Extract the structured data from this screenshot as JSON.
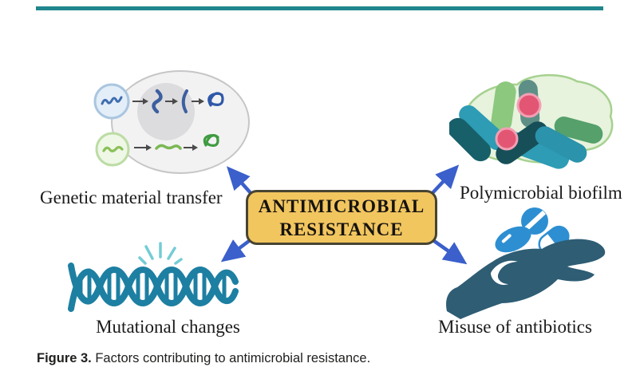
{
  "figure": {
    "center_box": {
      "line1": "ANTIMICROBIAL",
      "line2": "RESISTANCE"
    },
    "factors": [
      {
        "id": "genetic",
        "label": "Genetic material transfer",
        "icon": "cell-gene-transfer-icon"
      },
      {
        "id": "biofilm",
        "label": "Polymicrobial biofilm",
        "icon": "bacteria-cluster-icon"
      },
      {
        "id": "mutation",
        "label": "Mutational changes",
        "icon": "dna-helix-break-icon"
      },
      {
        "id": "misuse",
        "label": "Misuse of antibiotics",
        "icon": "hand-holding-pills-icon"
      }
    ],
    "arrows": [
      "to-genetic",
      "to-biofilm",
      "to-mutation",
      "to-misuse"
    ]
  },
  "caption": {
    "prefix": "Figure 3.",
    "text": " Factors contributing to antimicrobial resistance."
  },
  "colors": {
    "top_rule": "#21868d",
    "arrow": "#3b5fcb",
    "box_fill": "#f2c65f",
    "box_border": "#474432",
    "box_text": "#161310",
    "label_text": "#1a1a1a",
    "caption_text": "#1f1f1d",
    "dna": "#1d7fa2",
    "dna_spark": "#74ccd6",
    "hand": "#2e5d74",
    "pill": "#2d8fd2",
    "biofilm_bg": "#e7f3dd",
    "biofilm_border": "#a6d18f"
  }
}
